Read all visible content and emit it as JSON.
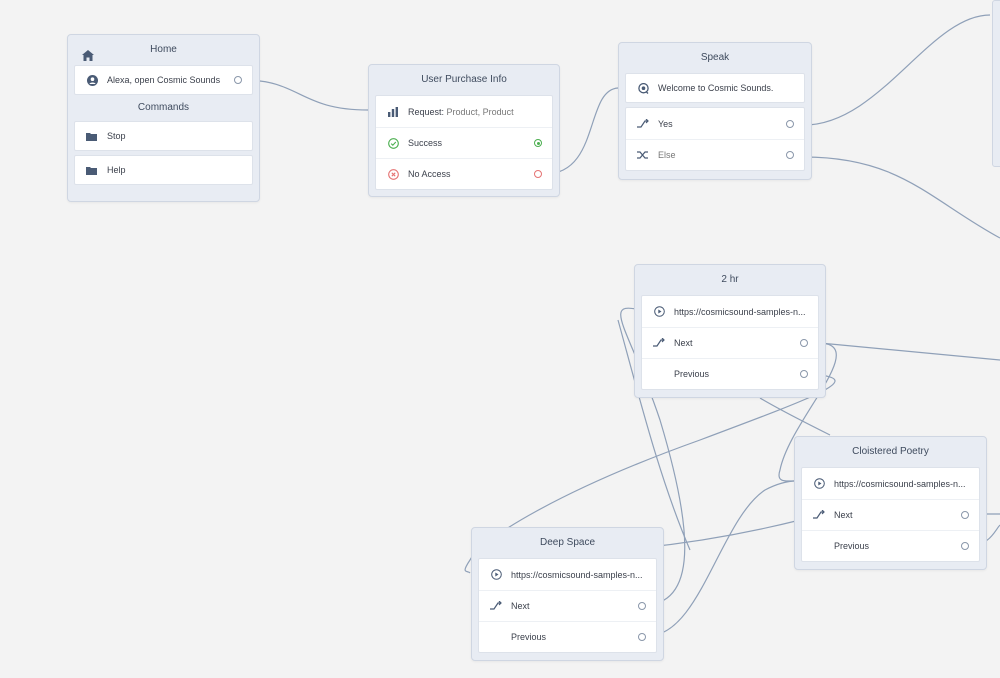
{
  "home": {
    "title": "Home",
    "launch": "Alexa, open Cosmic Sounds",
    "commands_title": "Commands",
    "commands": [
      "Stop",
      "Help"
    ]
  },
  "purchase": {
    "title": "User Purchase Info",
    "request_label": "Request:",
    "request_value": "Product, Product",
    "success": "Success",
    "no_access": "No Access"
  },
  "speak": {
    "title": "Speak",
    "message": "Welcome to Cosmic Sounds.",
    "yes": "Yes",
    "else": "Else"
  },
  "two_hr": {
    "title": "2 hr",
    "url": "https://cosmicsound-samples-n...",
    "next": "Next",
    "previous": "Previous"
  },
  "cloistered": {
    "title": "Cloistered Poetry",
    "url": "https://cosmicsound-samples-n...",
    "next": "Next",
    "previous": "Previous"
  },
  "deep_space": {
    "title": "Deep Space",
    "url": "https://cosmicsound-samples-n...",
    "next": "Next",
    "previous": "Previous"
  },
  "colors": {
    "canvas_bg": "#f3f3f3",
    "block_bg": "#e8ecf3",
    "wire": "#8fa0b8",
    "success": "#4caf50",
    "error": "#e57373"
  }
}
